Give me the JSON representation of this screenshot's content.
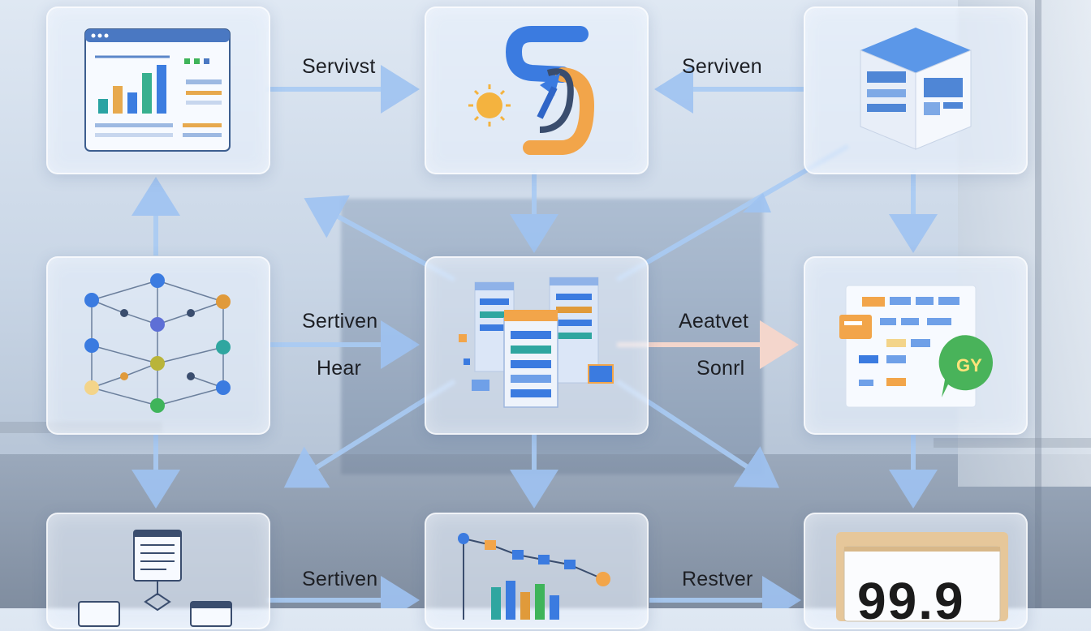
{
  "labels": {
    "top_left": "Servivst",
    "top_right": "Serviven",
    "mid_left_1": "Sertiven",
    "mid_left_2": "Hear",
    "mid_right_1": "Aeatvet",
    "mid_right_2": "Sonrl",
    "bottom_left": "Sertiven",
    "bottom_right": "Restver"
  },
  "badge_text": "GY",
  "counter_value": "99.9",
  "colors": {
    "panel": "#e8f0fc",
    "arrow": "#9fc3f2",
    "accent_blue": "#3b7be0",
    "accent_orange": "#f2a54a",
    "accent_green": "#3fb45a",
    "accent_teal": "#2fa6a0"
  },
  "icons": {
    "n1": "dashboard-chart-icon",
    "n2": "logo-s-arrow-icon",
    "n3": "server-cube-icon",
    "n4": "network-graph-icon",
    "n5": "server-cluster-icon",
    "n6": "document-chat-icon",
    "n7": "flowchart-icon",
    "n8": "line-bar-chart-icon",
    "n9": "counter-display-icon"
  }
}
